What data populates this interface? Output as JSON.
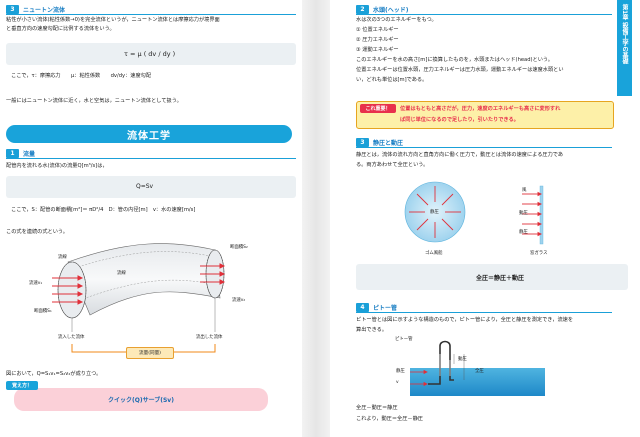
{
  "left": {
    "sec3": {
      "num": "3",
      "title": "ニュートン流体"
    },
    "sec3_text": [
      "粘性が小さい流体(粘性係数→0)を完全流体というが，ニュートン流体とは摩擦応力が境界面",
      "と垂直方向の速度勾配に比例する流体をいう。"
    ],
    "sec3_formula": "τ = μ ( dv / dy )",
    "sec3_where": "ここで，τ：摩擦応力　　μ：粘性係数　　dv/dy：速度勾配",
    "sec3_note": "一般にはニュートン流体に近く，水と空気は，ニュートン流体として扱う。",
    "banner": "流体工学",
    "sec1": {
      "num": "1",
      "title": "流量"
    },
    "sec1_text": "配管内を流れる水(流体)の流量Q[m³/s]は，",
    "sec1_formula": "Q=Sv",
    "sec1_where": "ここで，S：配管の断面積[m²]＝ πD²/4　D：管の内径[m]　v：水の速度[m/s]",
    "sec1_note": "この式を連続の式という。",
    "pipe": {
      "flow": "流線",
      "area2": "断面積S₂",
      "speed1": "流速v₁",
      "flowinside": "流線",
      "area1": "断面積S₁",
      "speed2": "流速v₂",
      "in_label": "流入した流体",
      "out_label": "流出した流体",
      "qty": "流量(同量)"
    },
    "sec1_after": "図において，Q=S₁v₁=S₂v₂が成り立つ。",
    "memo_tag": "覚え方！",
    "memo_text": "クイック(Q)サーブ(Sv)"
  },
  "right": {
    "tab": "第1章 設備工学の基礎",
    "sec2": {
      "num": "2",
      "title": "水頭(ヘッド)"
    },
    "sec2_text": [
      "水は次の3つのエネルギーをもつ。",
      "① 位置エネルギー",
      "② 圧力エネルギー",
      "③ 運動エネルギー",
      "このエネルギーを水の高さ[m]に換算したものを，水頭またはヘッド(head)という。",
      "位置エネルギーは位置水頭，圧力エネルギーは圧力水頭，運動エネルギーは速度水頭とい",
      "い，どれも単位は[m]である。"
    ],
    "important_tag": "これ重要！",
    "important_text": [
      "位置はもともと高さだが，圧力，速度のエネルギーも高さに変形すれ",
      "ば同じ単位になるので足したり，引いたりできる。"
    ],
    "sec3": {
      "num": "3",
      "title": "静圧と動圧"
    },
    "sec3_text": [
      "静圧とは，流体の流れ方向と直角方向に働く圧力で，動圧とは流体の速度による圧力であ",
      "る。両方あわせて全圧という。"
    ],
    "ball": {
      "center": "静圧",
      "label": "ゴム風船"
    },
    "window": {
      "top": "風",
      "mid": "動圧",
      "bottom": "静圧",
      "label": "窓ガラス"
    },
    "sec3_formula": "全圧＝静圧＋動圧",
    "sec4": {
      "num": "4",
      "title": "ピトー管"
    },
    "sec4_text": [
      "ピトー管とは図に示すような構造のもので，ピトー管により，全圧と静圧を測定でき，流速を",
      "算出できる。"
    ],
    "pitot": {
      "name": "ピトー管",
      "dyn": "動圧",
      "total": "全圧",
      "stat": "静圧",
      "v": "v"
    },
    "sec4_after": [
      "全圧－動圧＝静圧",
      "これより，動圧＝全圧－静圧"
    ]
  }
}
